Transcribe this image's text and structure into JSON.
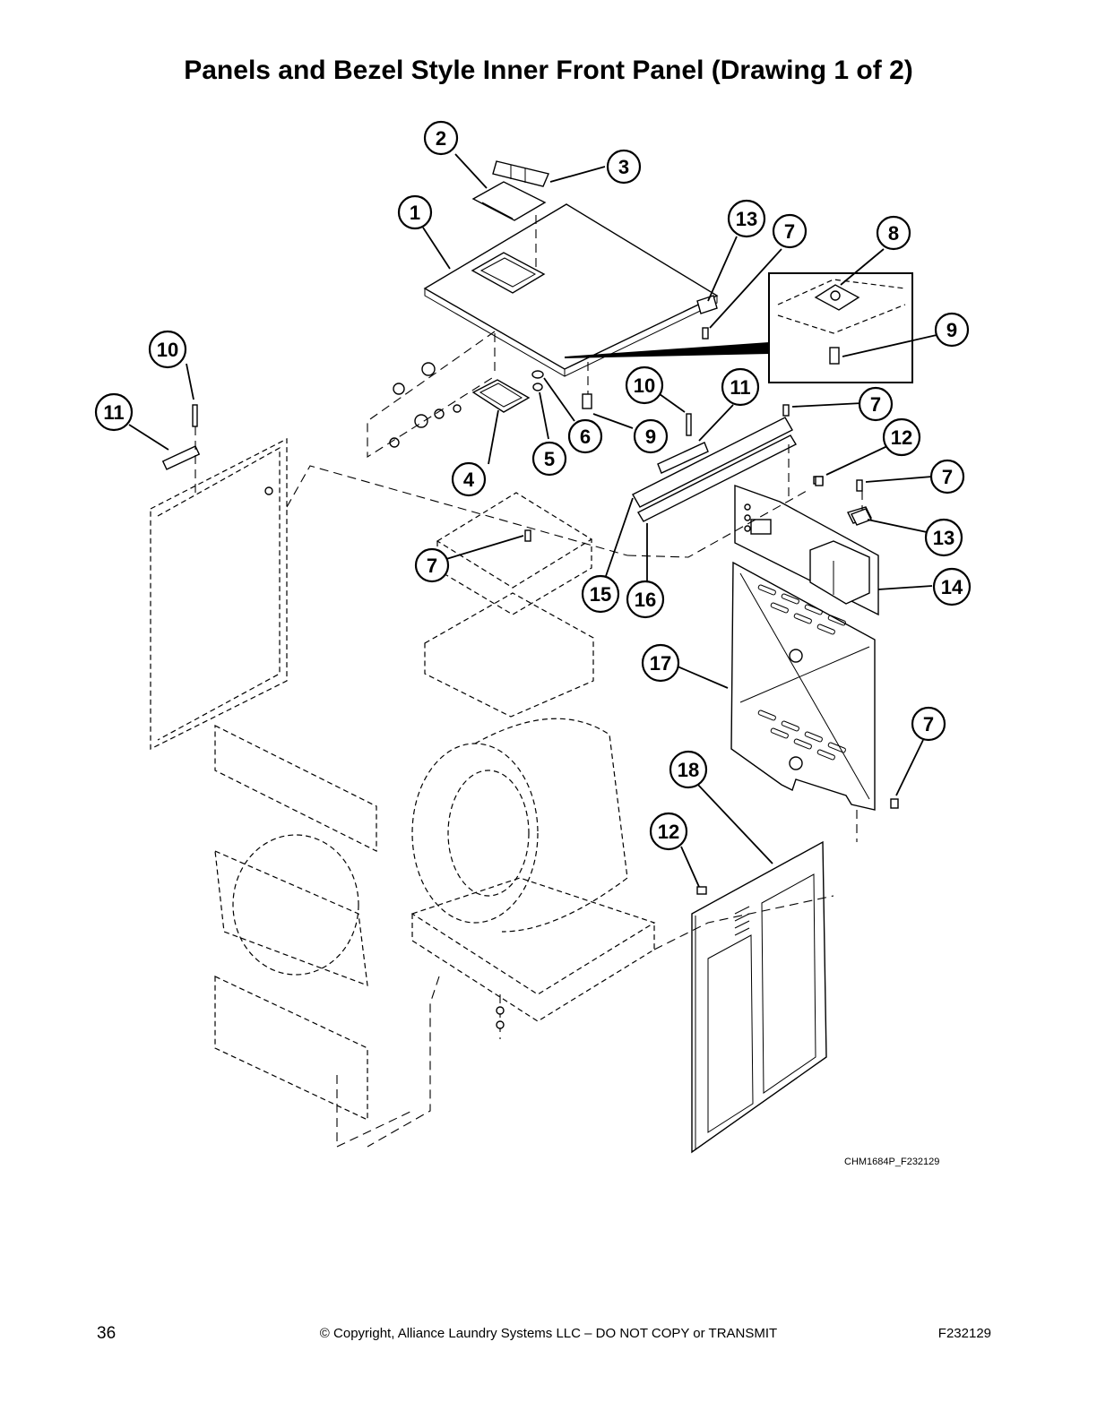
{
  "title": "Panels and Bezel Style Inner Front Panel (Drawing 1 of 2)",
  "drawing_code": "CHM1684P_F232129",
  "footer": {
    "page_number": "36",
    "copyright": "© Copyright, Alliance Laundry Systems LLC – DO NOT COPY or TRANSMIT",
    "document_id": "F232129"
  },
  "callouts": [
    "1",
    "2",
    "3",
    "4",
    "5",
    "6",
    "7",
    "8",
    "9",
    "10",
    "11",
    "12",
    "13",
    "14",
    "15",
    "16",
    "17",
    "18"
  ]
}
